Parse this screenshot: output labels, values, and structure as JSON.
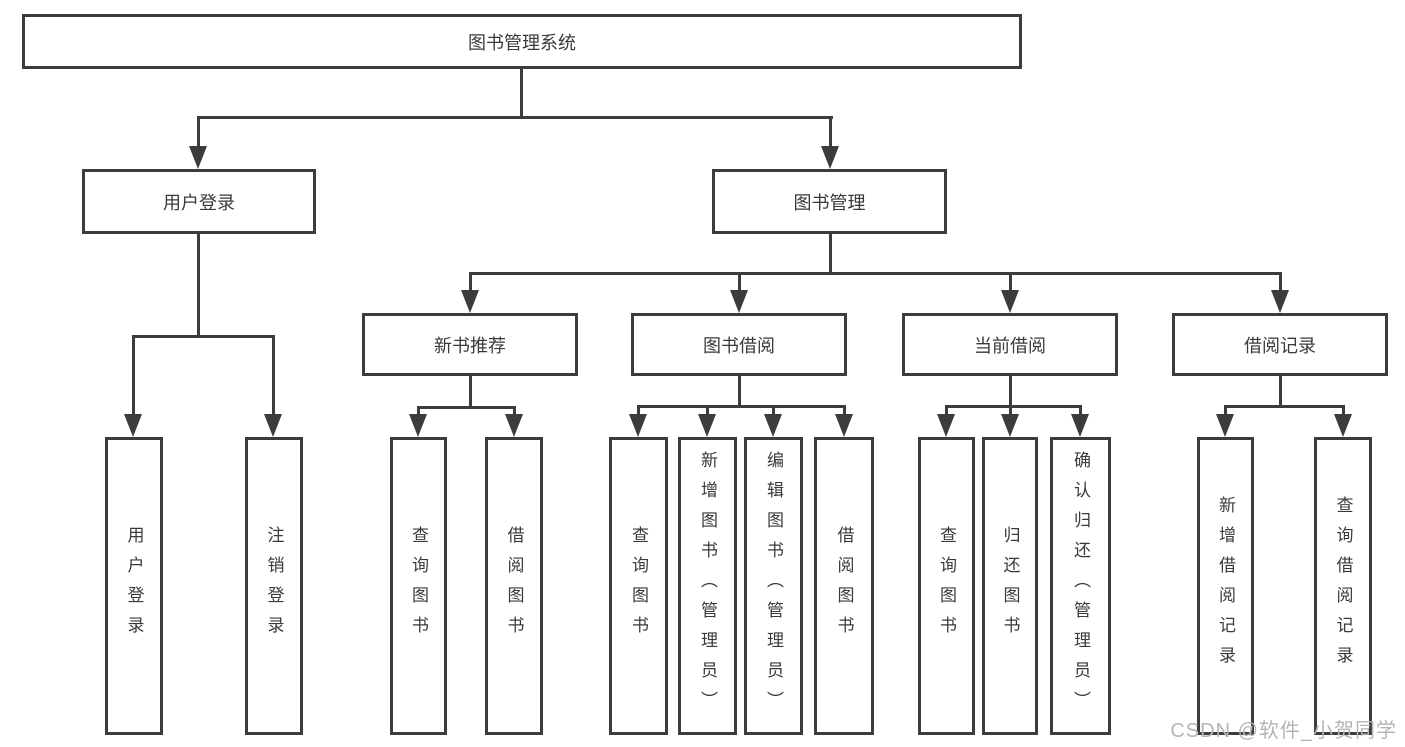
{
  "diagram": {
    "watermark": "CSDN @软件_小贺同学",
    "colors": {
      "line": "#3c3c3c",
      "text": "#3a3a3a",
      "box_fill": "#ffffff",
      "watermark": "#b5b5b5",
      "background": "#ffffff"
    },
    "tree": {
      "id": "root",
      "label": "图书管理系统",
      "children": [
        {
          "id": "login",
          "label": "用户登录",
          "children": [
            {
              "id": "leaf-user-login",
              "label": "用户登录"
            },
            {
              "id": "leaf-logout",
              "label": "注销登录"
            }
          ]
        },
        {
          "id": "mgmt",
          "label": "图书管理",
          "children": [
            {
              "id": "rec",
              "label": "新书推荐",
              "children": [
                {
                  "id": "leaf-query-book-1",
                  "label": "查询图书"
                },
                {
                  "id": "leaf-borrow-book-1",
                  "label": "借阅图书"
                }
              ]
            },
            {
              "id": "borrow",
              "label": "图书借阅",
              "children": [
                {
                  "id": "leaf-query-book-2",
                  "label": "查询图书"
                },
                {
                  "id": "leaf-add-book",
                  "label": "新增图书（管理员）"
                },
                {
                  "id": "leaf-edit-book",
                  "label": "编辑图书（管理员）"
                },
                {
                  "id": "leaf-borrow-book-2",
                  "label": "借阅图书"
                }
              ]
            },
            {
              "id": "current",
              "label": "当前借阅",
              "children": [
                {
                  "id": "leaf-query-book-3",
                  "label": "查询图书"
                },
                {
                  "id": "leaf-return-book",
                  "label": "归还图书"
                },
                {
                  "id": "leaf-confirm-return",
                  "label": "确认归还（管理员）"
                }
              ]
            },
            {
              "id": "records",
              "label": "借阅记录",
              "children": [
                {
                  "id": "leaf-add-borrow-record",
                  "label": "新增借阅记录"
                },
                {
                  "id": "leaf-query-borrow-record",
                  "label": "查询借阅记录"
                }
              ]
            }
          ]
        }
      ]
    }
  }
}
